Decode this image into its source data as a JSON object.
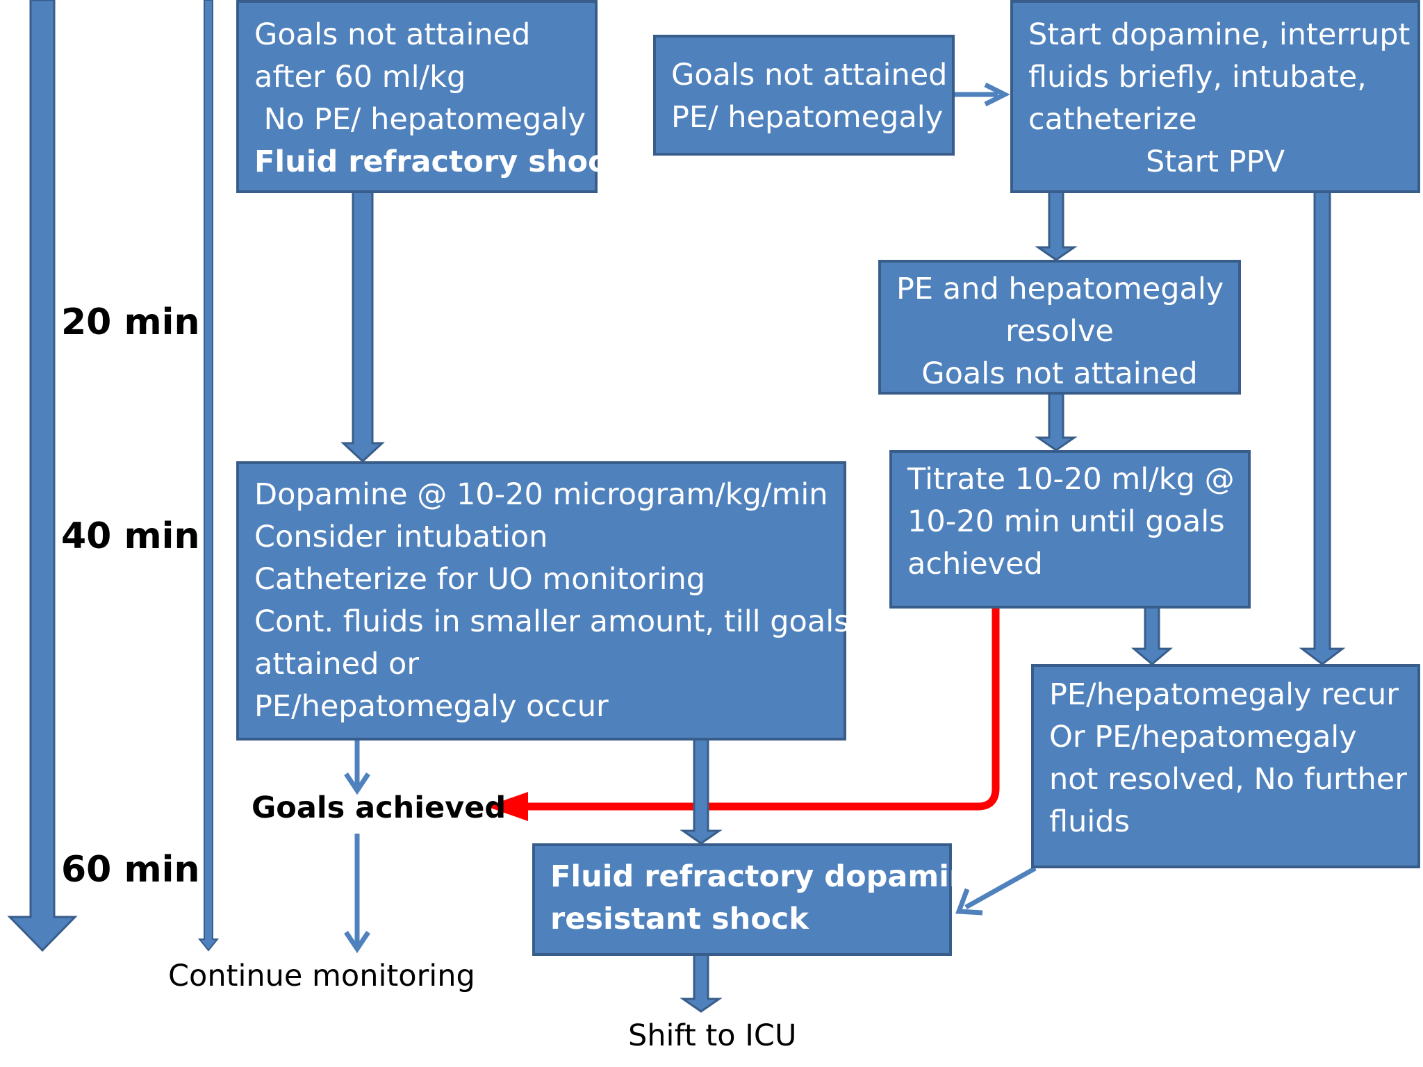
{
  "timeline": {
    "t20": "20 min",
    "t40": "40 min",
    "t60": "60 min"
  },
  "boxes": {
    "fluid_refractory": {
      "lines": [
        "Goals not attained",
        "after 60 ml/kg",
        " No PE/ hepatomegaly"
      ],
      "bold_line": "Fluid refractory shock"
    },
    "pe_hepatomegaly": {
      "lines": [
        "Goals not attained",
        "PE/ hepatomegaly"
      ]
    },
    "start_dopamine": {
      "lines": [
        "Start dopamine, interrupt",
        "fluids briefly, intubate,",
        "catheterize"
      ],
      "center_line": "Start PPV"
    },
    "pe_resolve": {
      "lines": [
        "PE and hepatomegaly",
        "resolve",
        "Goals not attained"
      ]
    },
    "dopamine_dose": {
      "lines": [
        "Dopamine @ 10-20 microgram/kg/min",
        "Consider intubation",
        "Catheterize for UO monitoring",
        "Cont. fluids in smaller amount, till goals",
        "attained or",
        "PE/hepatomegaly occur"
      ]
    },
    "titrate": {
      "lines": [
        "Titrate 10-20 ml/kg @",
        "10-20 min until goals",
        "achieved"
      ]
    },
    "pe_recur": {
      "lines": [
        "PE/hepatomegaly recur",
        "Or PE/hepatomegaly",
        "not resolved, No further",
        "fluids"
      ]
    },
    "dopamine_resistant": {
      "lines": [
        "Fluid refractory dopamine",
        "resistant shock"
      ]
    }
  },
  "labels": {
    "goals_achieved": "Goals achieved",
    "continue_monitoring": "Continue monitoring",
    "shift_icu": "Shift to ICU"
  },
  "colors": {
    "box_fill": "#4f81bd",
    "box_border": "#385d8a",
    "highlight_arrow": "#ff0000"
  }
}
